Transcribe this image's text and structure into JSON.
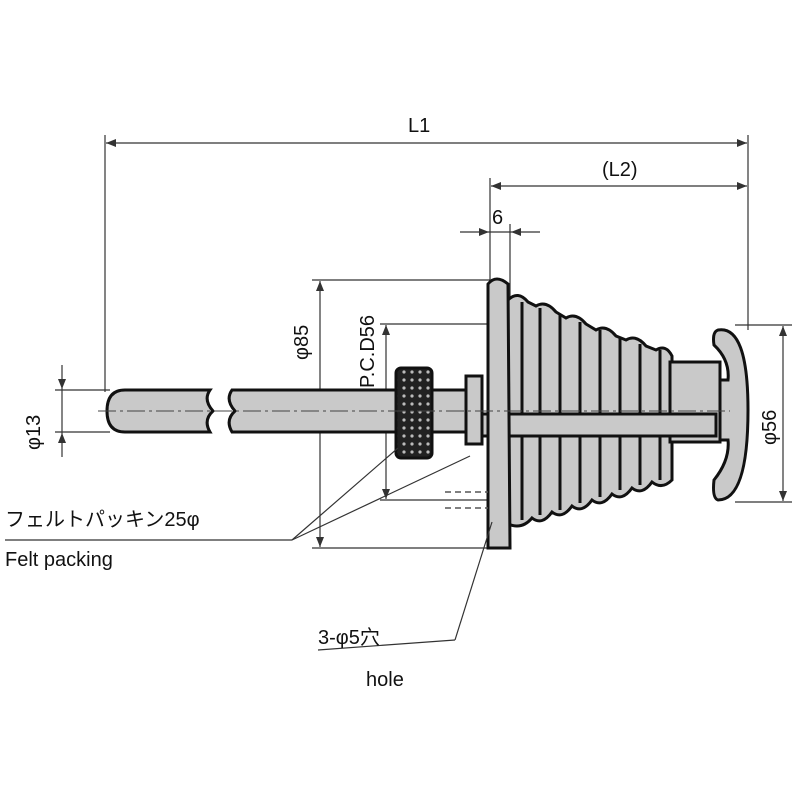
{
  "dimensions": {
    "overall_length": "L1",
    "partial_length": "(L2)",
    "flange_thickness": "6",
    "flange_diameter": "φ85",
    "pitch_circle": "P.C.D56",
    "rod_diameter": "φ13",
    "knob_diameter": "φ56"
  },
  "callouts": {
    "felt_jp": "フェルトパッキン25φ",
    "felt_en": "Felt packing",
    "hole_jp": "3-φ5穴",
    "hole_en": "hole"
  },
  "colors": {
    "part_fill": "#c9c9c9",
    "outline": "#111111"
  }
}
